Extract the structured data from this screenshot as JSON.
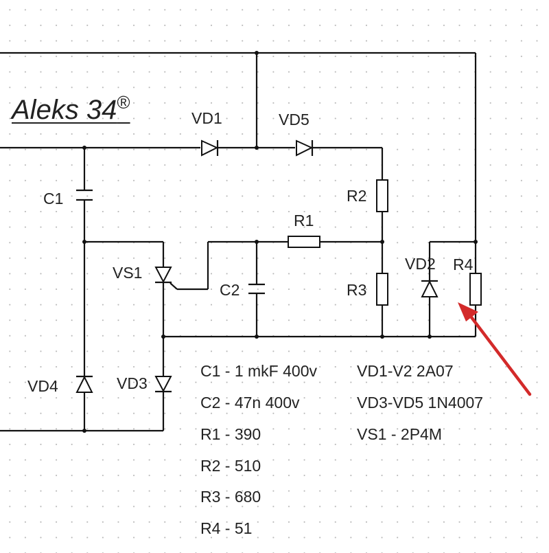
{
  "brand": {
    "name": "Aleks 34",
    "mark": "®"
  },
  "components": {
    "vd1": "VD1",
    "vd2": "VD2",
    "vd3": "VD3",
    "vd4": "VD4",
    "vd5": "VD5",
    "c1": "C1",
    "c2": "C2",
    "r1": "R1",
    "r2": "R2",
    "r3": "R3",
    "r4": "R4",
    "vs1": "VS1"
  },
  "specs_left": [
    "C1 - 1 mkF 400v",
    "C2 - 47n 400v",
    "R1 - 390",
    "R2 - 510",
    "R3 - 680",
    "R4 - 51"
  ],
  "specs_right": [
    "VD1-V2 2A07",
    "VD3-VD5 1N4007",
    "VS1 - 2P4M"
  ],
  "colors": {
    "ink": "#111111",
    "arrow": "#d32a2a",
    "grid": "#b8b8b8"
  }
}
